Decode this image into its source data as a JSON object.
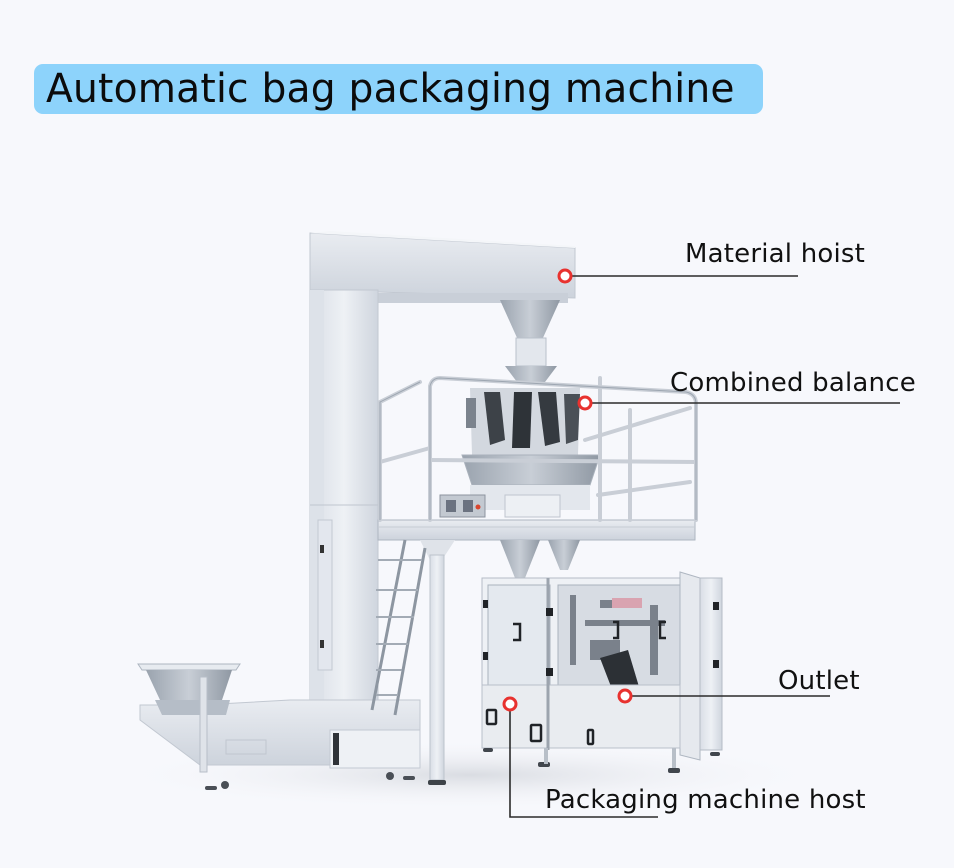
{
  "title": "Automatic bag packaging machine",
  "colors": {
    "background": "#f7f8fc",
    "title_highlight": "#8dd3fb",
    "marker_ring": "#e8322f",
    "leader_line": "#2b2b2b"
  },
  "callouts": {
    "material_hoist": {
      "label": "Material hoist",
      "marker": "red-ring-dot"
    },
    "combined_balance": {
      "label": "Combined balance",
      "marker": "red-ring-dot"
    },
    "outlet": {
      "label": "Outlet",
      "marker": "red-ring-dot"
    },
    "packaging_machine_host": {
      "label": "Packaging machine host",
      "marker": "red-ring-dot"
    }
  }
}
